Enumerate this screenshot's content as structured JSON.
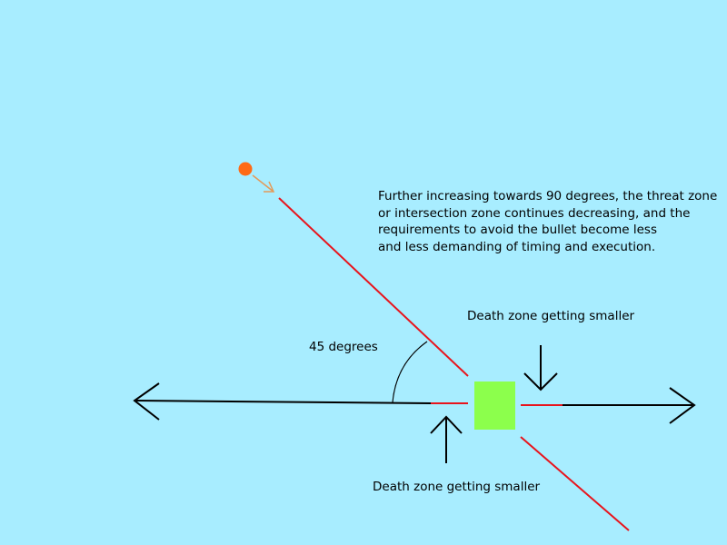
{
  "annotation": {
    "lines": [
      "Further increasing towards 90 degrees, the threat zone",
      "or intersection zone continues decreasing,  and the",
      "requirements to avoid the bullet become less",
      "and less demanding of timing and execution."
    ]
  },
  "angle_label": "45 degrees",
  "death_zone_top": "Death zone getting smaller",
  "death_zone_bottom": "Death zone getting smaller",
  "colors": {
    "background": "#a8edff",
    "trajectory": "#e8141c",
    "bullet": "#ff6a14",
    "bullet_arrow": "#e39a5a",
    "target": "#8cff4c",
    "path": "#000000"
  }
}
